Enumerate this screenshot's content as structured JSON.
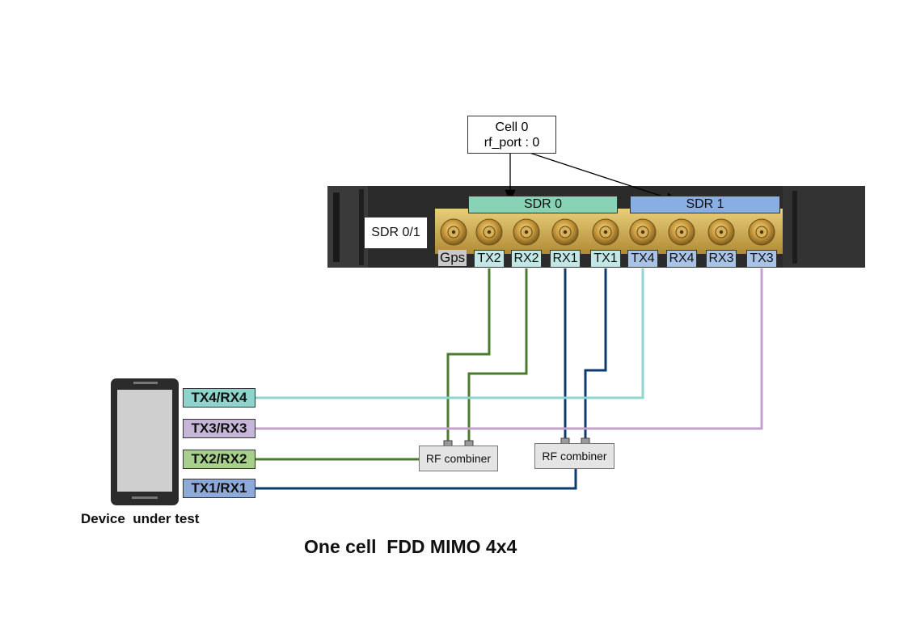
{
  "cell": {
    "line1": "Cell 0",
    "line2": "rf_port : 0"
  },
  "sdr0_label": "SDR 0",
  "sdr1_label": "SDR 1",
  "sdr01_label": "SDR 0/1",
  "gps_label": "Gps",
  "ports": [
    {
      "label": "TX2",
      "color": "#c2e7e4"
    },
    {
      "label": "RX2",
      "color": "#c2e7e4"
    },
    {
      "label": "RX1",
      "color": "#c2e7e4"
    },
    {
      "label": "TX1",
      "color": "#c2e7e4"
    },
    {
      "label": "TX4",
      "color": "#a9c3e6"
    },
    {
      "label": "RX4",
      "color": "#a9c3e6"
    },
    {
      "label": "RX3",
      "color": "#a9c3e6"
    },
    {
      "label": "TX3",
      "color": "#a9c3e6"
    }
  ],
  "dut_ports": [
    {
      "label": "TX4/RX4",
      "color": "#8fd4cc"
    },
    {
      "label": "TX3/RX3",
      "color": "#c6b6d8"
    },
    {
      "label": "TX2/RX2",
      "color": "#a8d08d"
    },
    {
      "label": "TX1/RX1",
      "color": "#8eaadb"
    }
  ],
  "combiner_label": "RF combiner",
  "device_label": "Device  under test",
  "title": "One cell  FDD MIMO 4x4",
  "colors": {
    "sdr0": "#88d3b5",
    "sdr1": "#88aee3",
    "cable_green": "#4b7b2f",
    "cable_navy": "#0d3b6b",
    "cable_cyan": "#8fd6d3",
    "cable_purple": "#c3a1cc"
  }
}
